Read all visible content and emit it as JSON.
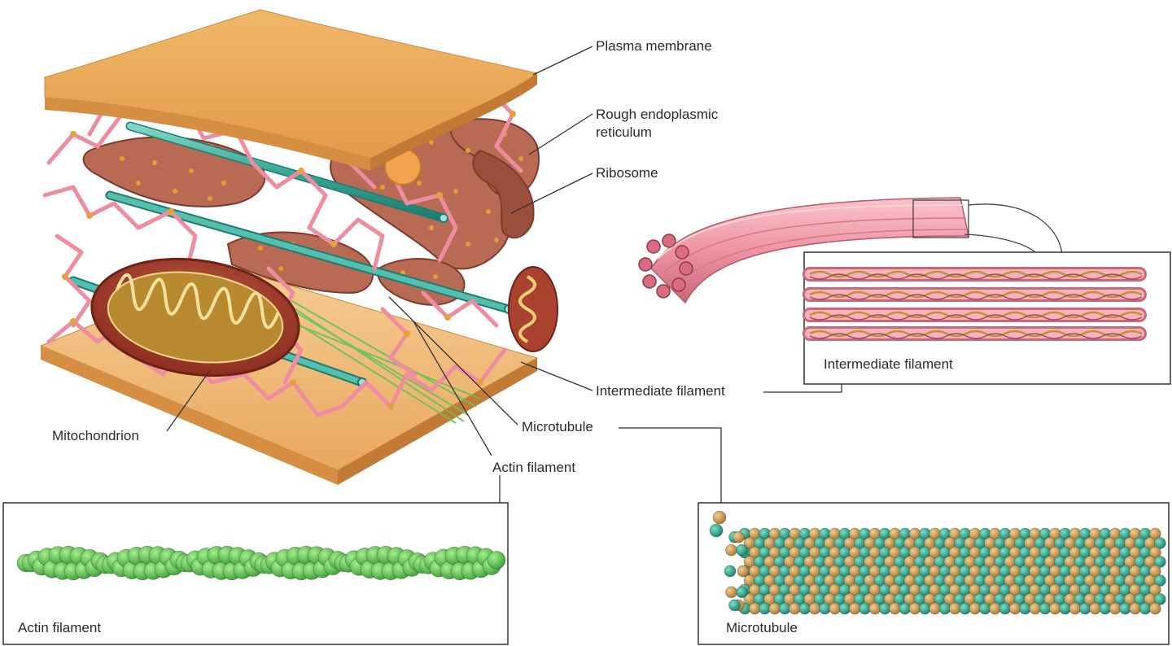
{
  "labels": {
    "plasma_membrane": "Plasma membrane",
    "rough_er_line1": "Rough endoplasmic",
    "rough_er_line2": "reticulum",
    "ribosome": "Ribosome",
    "intermediate_filament": "Intermediate filament",
    "microtubule": "Microtubule",
    "actin_filament": "Actin filament",
    "mitochondrion": "Mitochondrion"
  },
  "insets": {
    "intermediate_filament": "Intermediate filament",
    "actin_filament": "Actin filament",
    "microtubule": "Microtubule"
  },
  "colors": {
    "membrane": "#e3a85a",
    "intermediate_filament": "#ef8fa0",
    "microtubule": "#3aa898",
    "er": "#b86a55",
    "mitochondrion": "#a9432f",
    "actin": "#5cc04e",
    "tubulin_alpha": "#2a9c86",
    "tubulin_beta": "#c89a52"
  },
  "icons": [
    "cytoskeleton-cell-illustration",
    "intermediate-filament-bundle-illustration",
    "actin-bead-chain-illustration",
    "microtubule-cylinder-illustration"
  ]
}
